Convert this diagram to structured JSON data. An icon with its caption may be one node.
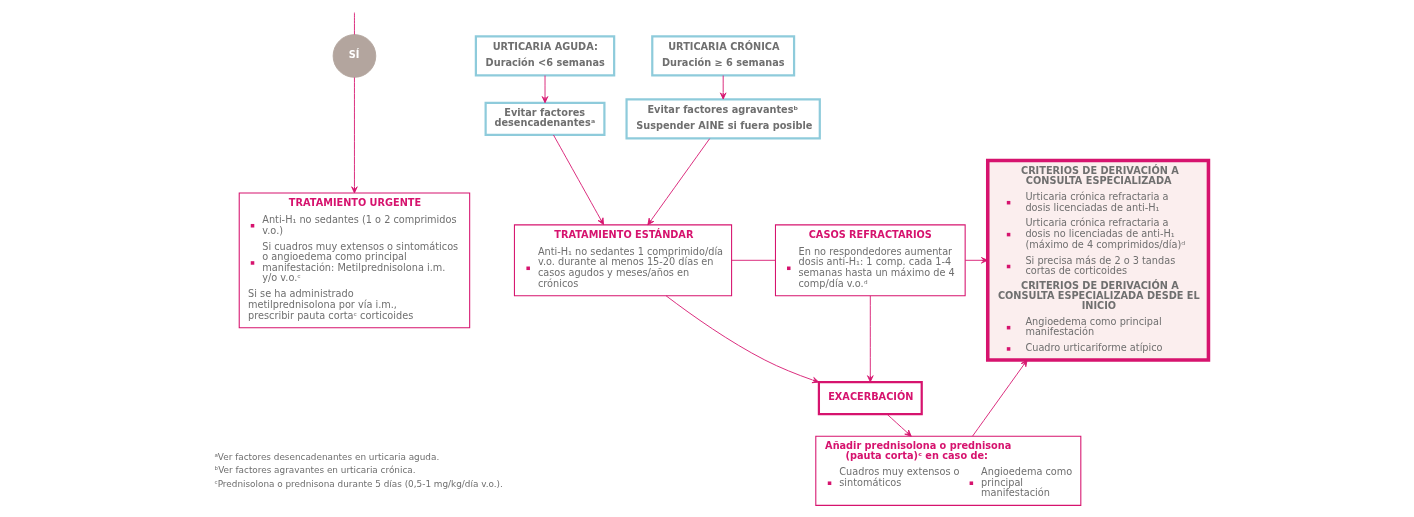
{
  "diagram": {
    "nodes": [
      {
        "text": [
          "SÍ"
        ]
      },
      {
        "text": [
          "TRATAMIENTO URGENTE",
          "Anti-H₁ no sedantes (1 o 2 comprimidos v.o.)",
          "Si cuadros muy extensos o sintomáticos o angioedema como principal manifestación: Metilprednisolona i.m. y/o v.o.ᶜ",
          "Si se ha administrado metilprednisolona por vía i.m., prescribir pauta cortaᶜ corticoides"
        ]
      },
      {
        "text": [
          "URTICARIA AGUDA:",
          "Duración <6 semanas"
        ]
      },
      {
        "text": [
          "Evitar factores desencadenantesᵃ"
        ]
      },
      {
        "text": [
          "URTICARIA CRÓNICA",
          "Duración ≥ 6 semanas"
        ]
      },
      {
        "text": [
          "Evitar factores agravantesᵇ",
          "Suspender AINE si fuera posible"
        ]
      },
      {
        "text": [
          "TRATAMIENTO ESTÁNDAR",
          "Anti-H₁ no sedantes 1 comprimido/día v.o. durante al menos 15-20 días en casos agudos y meses/años en crónicos"
        ]
      },
      {
        "text": [
          "CASOS REFRACTARIOS",
          "En no respondedores aumentar dosis anti-H₁: 1 comp. cada 1-4 semanas hasta un máximo de 4 comp/día v.o.ᵈ"
        ]
      },
      {
        "text": [
          "EXACERBACIÓN"
        ]
      },
      {
        "text": [
          "CRITERIOS DE DERIVACIÓN A CONSULTA ESPECIALIZADA",
          "Urticaria crónica refractaria a dosis licenciadas de anti-H₁",
          "Urticaria crónica refractaria a dosis no licenciadas de anti-H₁ (máximo de 4 comprimidos/día)ᵈ",
          "Si precisa más de 2 o 3 tandas cortas de corticoides",
          "CRITERIOS DE DERIVACIÓN A CONSULTA ESPECIALIZADA DESDE EL INICIO",
          "Angioedema como principal manifestación",
          "Cuadro urticariforme atípico"
        ]
      },
      {
        "text": [
          "Añadir prednisolona o prednisona (pauta corta)ᶜ en caso de:",
          "Cuadros muy extensos o sintomáticos",
          "Angioedema como principal manifestación"
        ]
      }
    ],
    "edges": [
      {
        "from": null,
        "to": 0,
        "arrow": "none"
      },
      {
        "from": 0,
        "to": 1,
        "arrow": "to"
      },
      {
        "from": 2,
        "to": 3,
        "arrow": "to"
      },
      {
        "from": 4,
        "to": 5,
        "arrow": "to"
      },
      {
        "from": 3,
        "to": 6,
        "arrow": "to"
      },
      {
        "from": 5,
        "to": 6,
        "arrow": "to"
      },
      {
        "from": 6,
        "to": 7,
        "arrow": "none"
      },
      {
        "from": 6,
        "to": 8,
        "arrow": "to"
      },
      {
        "from": 7,
        "to": 8,
        "arrow": "to"
      },
      {
        "from": 7,
        "to": 9,
        "arrow": "to"
      },
      {
        "from": 8,
        "to": 10,
        "arrow": "to"
      },
      {
        "from": 10,
        "to": 9,
        "arrow": "to"
      }
    ],
    "labels": [
      "ᵃVer factores desencadenantes en urticaria aguda.",
      "ᵇVer factores agravantes en urticaria crónica.",
      "ᶜPrednisolona o prednisona durante 5 días (0,5-1 mg/kg/día v.o.)."
    ]
  }
}
